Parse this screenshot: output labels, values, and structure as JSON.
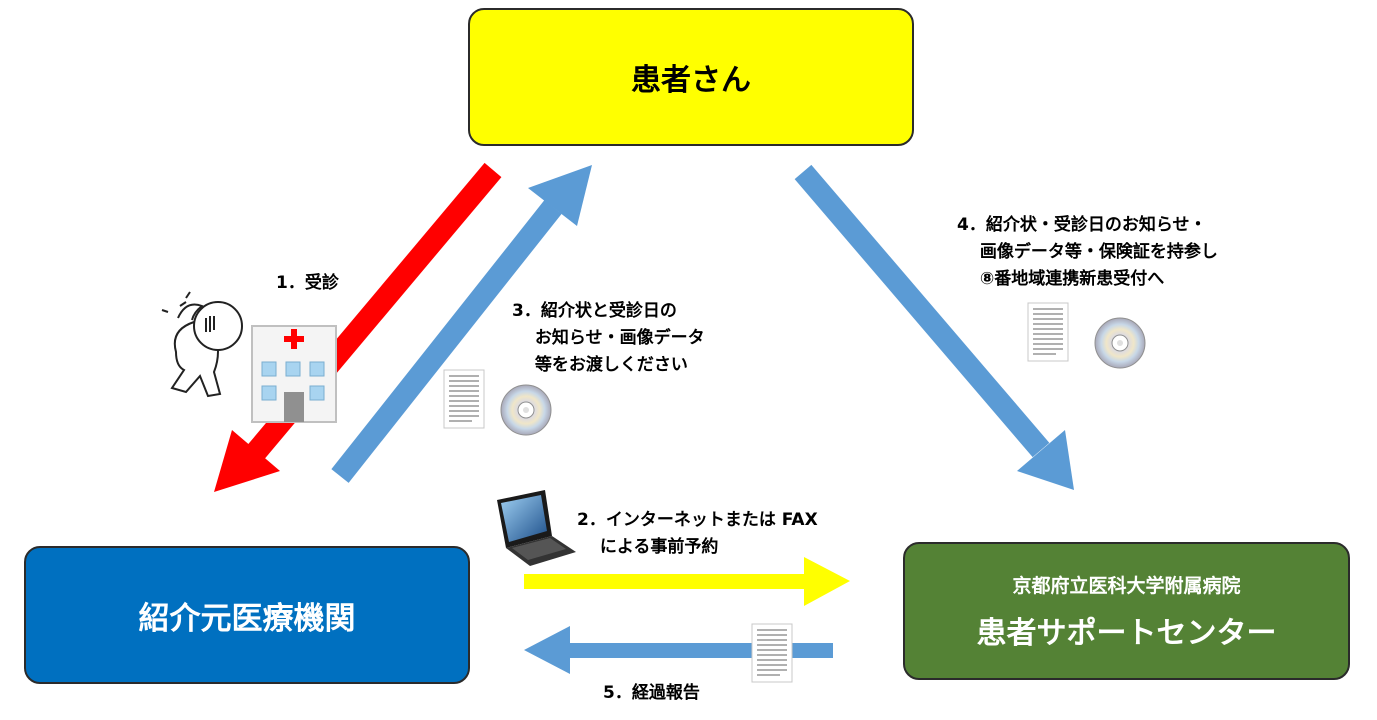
{
  "colors": {
    "patient": "#ffff00",
    "referrer": "#0070c0",
    "support": "#548235",
    "arrow_red": "#ff0000",
    "arrow_blue": "#5b9bd5",
    "arrow_yellow": "#ffff00"
  },
  "nodes": {
    "patient": "患者さん",
    "referrer": "紹介元医療機関",
    "support_sub": "京都府立医科大学附属病院",
    "support_main": "患者サポートセンター"
  },
  "steps": {
    "s1": "1．受診",
    "s2": "2．インターネットまたは FAX\n　 による事前予約",
    "s3": "3．紹介状と受診日の\n　 お知らせ・画像データ\n　 等をお渡しください",
    "s4": "4．紹介状・受診日のお知らせ・\n　 画像データ等・保険証を持参し\n　 ⑧番地域連携新患受付へ",
    "s5": "5．経過報告"
  },
  "icons": {
    "sick_person": "sick-person-icon",
    "clinic": "clinic-icon",
    "document": "document-icon",
    "cd": "cd-icon",
    "laptop": "laptop-icon"
  }
}
